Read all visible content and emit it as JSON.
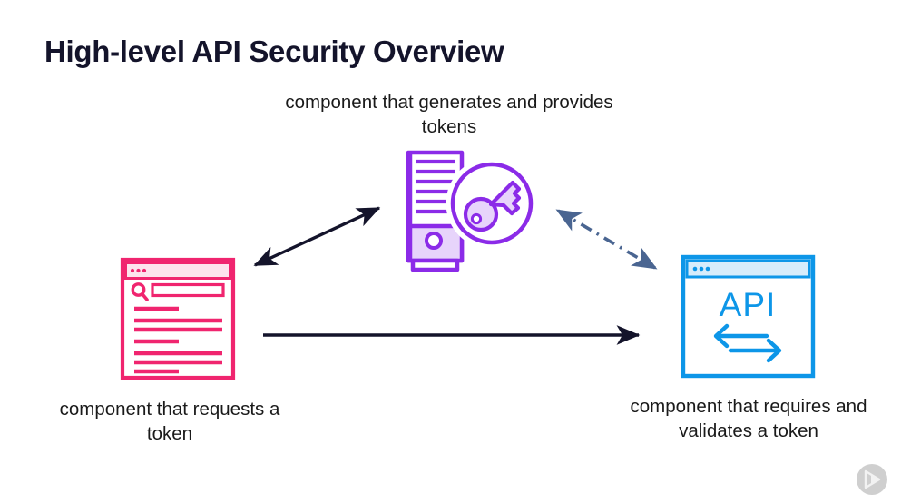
{
  "slide": {
    "title": "High-level API Security Overview",
    "background_color": "#ffffff"
  },
  "captions": {
    "top": "component that generates and provides tokens",
    "left": "component that requests a token",
    "right": "component that requires and validates a token"
  },
  "nodes": {
    "token_provider": {
      "icon": "server-with-key-icon",
      "color": "#8B2BE8",
      "fill": "#e7d4fb",
      "caption_ref": "captions.top"
    },
    "token_requester": {
      "icon": "browser-window-search-icon",
      "color": "#f0256f",
      "fill": "#fde3ed",
      "caption_ref": "captions.left"
    },
    "api_consumer": {
      "icon": "browser-window-api-icon",
      "color": "#0d96e8",
      "fill": "#d6ecfb",
      "label": "API",
      "caption_ref": "captions.right"
    }
  },
  "connectors": {
    "requester_to_provider": {
      "style": "solid-double-arrow",
      "color": "#14142b"
    },
    "provider_to_api": {
      "style": "dash-dot-double-arrow",
      "color": "#4a6591"
    },
    "requester_to_api": {
      "style": "solid-single-arrow",
      "color": "#14142b"
    }
  },
  "watermark": {
    "icon": "play-logo-icon",
    "color": "#c9c9c9"
  }
}
